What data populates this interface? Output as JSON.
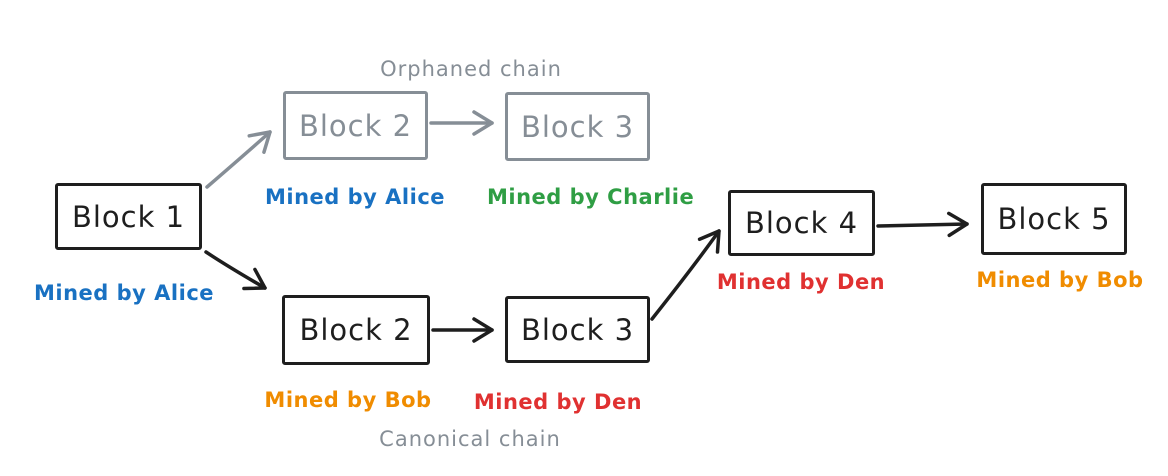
{
  "diagram": {
    "orphaned_chain_title": "Orphaned chain",
    "canonical_chain_title": "Canonical chain"
  },
  "blocks": [
    {
      "id": "block1",
      "label": "Block 1",
      "miner": "Mined by Alice",
      "miner_color": "blue",
      "chain": "shared"
    },
    {
      "id": "orphan-block2",
      "label": "Block 2",
      "miner": "Mined by Alice",
      "miner_color": "blue",
      "chain": "orphaned"
    },
    {
      "id": "orphan-block3",
      "label": "Block 3",
      "miner": "Mined by Charlie",
      "miner_color": "green",
      "chain": "orphaned"
    },
    {
      "id": "canon-block2",
      "label": "Block 2",
      "miner": "Mined by Bob",
      "miner_color": "orange",
      "chain": "canonical"
    },
    {
      "id": "canon-block3",
      "label": "Block 3",
      "miner": "Mined by Den",
      "miner_color": "red",
      "chain": "canonical"
    },
    {
      "id": "block4",
      "label": "Block 4",
      "miner": "Mined by Den",
      "miner_color": "red",
      "chain": "canonical"
    },
    {
      "id": "block5",
      "label": "Block 5",
      "miner": "Mined by Bob",
      "miner_color": "orange",
      "chain": "canonical"
    }
  ],
  "colors": {
    "ink": "#1e1e1e",
    "muted": "#868e96",
    "blue": "#1971c2",
    "green": "#2f9e44",
    "orange": "#f08c00",
    "red": "#e03131",
    "bg": "#ffffff"
  }
}
